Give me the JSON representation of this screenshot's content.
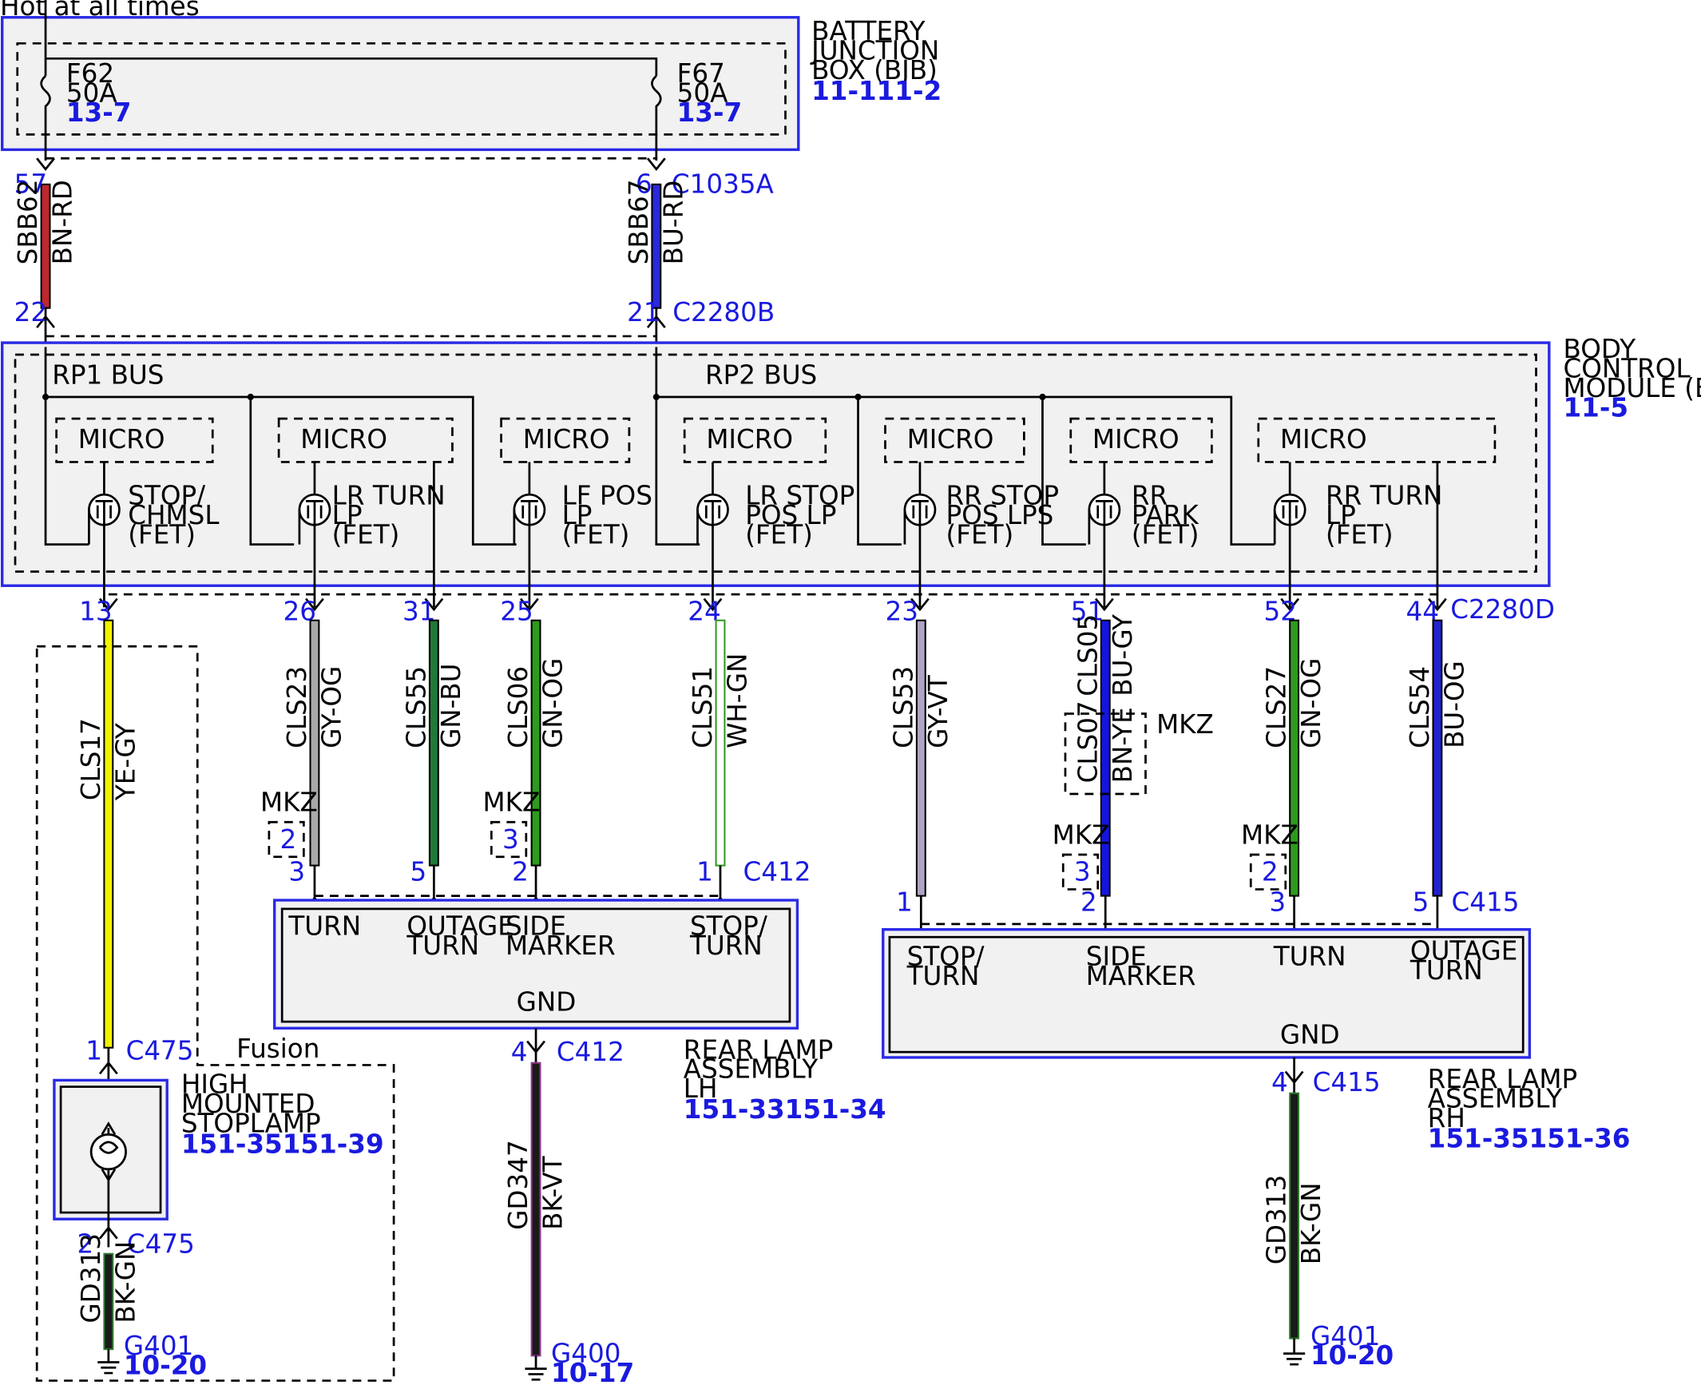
{
  "header": {
    "hot_label": "Hot at all times"
  },
  "bjb": {
    "title": [
      "BATTERY",
      "JUNCTION",
      "BOX (BJB)"
    ],
    "refs": [
      "11-1",
      "11-2"
    ],
    "fuses": [
      {
        "id": "F62",
        "rating": "50A",
        "ref": "13-7"
      },
      {
        "id": "F67",
        "rating": "50A",
        "ref": "13-7"
      }
    ]
  },
  "feed_wires": [
    {
      "circuit": "SBB62",
      "color": "BN-RD",
      "pin_top": "57",
      "pin_bottom": "22",
      "connector_top": "",
      "connector_bottom": ""
    },
    {
      "circuit": "SBB67",
      "color": "BU-RD",
      "pin_top": "6",
      "pin_bottom": "21",
      "connector_top": "C1035A",
      "connector_bottom": "C2280B"
    }
  ],
  "bcm": {
    "title": [
      "BODY",
      "CONTROL",
      "MODULE (BCM)"
    ],
    "ref": "11-5",
    "buses": [
      "RP1 BUS",
      "RP2 BUS"
    ],
    "micro_label": "MICRO",
    "fets": [
      {
        "label": [
          "STOP/",
          "CHMSL",
          "(FET)"
        ]
      },
      {
        "label": [
          "LR TURN",
          "LP",
          "(FET)"
        ]
      },
      {
        "label": [
          "LF POS",
          "LP",
          "(FET)"
        ]
      },
      {
        "label": [
          "LR STOP",
          "POS LP",
          "(FET)"
        ]
      },
      {
        "label": [
          "RR STOP",
          "POS LPS",
          "(FET)"
        ]
      },
      {
        "label": [
          "RR",
          "PARK",
          "(FET)"
        ]
      },
      {
        "label": [
          "RR TURN",
          "LP",
          "(FET)"
        ]
      }
    ],
    "output_connector": "C2280D"
  },
  "output_wires": [
    {
      "circuit": "CLS17",
      "color": "YE-GY",
      "pin_top": "13",
      "pin_bottom": "1",
      "connector_bottom": "C475"
    },
    {
      "circuit": "CLS23",
      "color": "GY-OG",
      "pin_top": "26",
      "pin_bottom": "3",
      "connector_bottom": "",
      "mkz": "MKZ",
      "mkz_pin": "2"
    },
    {
      "circuit": "CLS55",
      "color": "GN-BU",
      "pin_top": "31",
      "pin_bottom": "5",
      "connector_bottom": ""
    },
    {
      "circuit": "CLS06",
      "color": "GN-OG",
      "pin_top": "25",
      "pin_bottom": "2",
      "connector_bottom": "",
      "mkz": "MKZ",
      "mkz_pin": "3"
    },
    {
      "circuit": "CLS51",
      "color": "WH-GN",
      "pin_top": "24",
      "pin_bottom": "1",
      "connector_bottom": "C412"
    },
    {
      "circuit": "CLS53",
      "color": "GY-VT",
      "pin_top": "23",
      "pin_bottom": "1",
      "connector_bottom": ""
    },
    {
      "circuit": "CLS05",
      "color": "BU-GY",
      "pin_top": "51",
      "pin_bottom": "2",
      "connector_bottom": "",
      "mkz": "MKZ",
      "mkz_pin": "3",
      "alt_circuit": "CLS07",
      "alt_color": "BN-YE",
      "alt_mkz": "MKZ"
    },
    {
      "circuit": "CLS27",
      "color": "GN-OG",
      "pin_top": "52",
      "pin_bottom": "3",
      "connector_bottom": "",
      "mkz": "MKZ",
      "mkz_pin": "2"
    },
    {
      "circuit": "CLS54",
      "color": "BU-OG",
      "pin_top": "44",
      "pin_bottom": "5",
      "connector_bottom": "C415"
    }
  ],
  "rear_lamp_lh": {
    "title": [
      "REAR LAMP",
      "ASSEMBLY",
      "LH"
    ],
    "ref": "151-33151-34",
    "terminals": [
      [
        "TURN"
      ],
      [
        "OUTAGE",
        "TURN"
      ],
      [
        "SIDE",
        "MARKER"
      ],
      [
        "STOP/",
        "TURN"
      ]
    ],
    "gnd": "GND",
    "ground_wire": {
      "circuit": "GD347",
      "color": "BK-VT",
      "pin": "4",
      "connector": "C412",
      "ground": "G400",
      "ground_ref": "10-17"
    }
  },
  "rear_lamp_rh": {
    "title": [
      "REAR LAMP",
      "ASSEMBLY",
      "RH"
    ],
    "ref": "151-35151-36",
    "terminals": [
      [
        "STOP/",
        "TURN"
      ],
      [
        "SIDE",
        "MARKER"
      ],
      [
        "TURN"
      ],
      [
        "OUTAGE",
        "TURN"
      ]
    ],
    "gnd": "GND",
    "ground_wire": {
      "circuit": "GD313",
      "color": "BK-GN",
      "pin": "4",
      "connector": "C415",
      "ground": "G401",
      "ground_ref": "10-20"
    }
  },
  "hmsl": {
    "title": [
      "HIGH",
      "MOUNTED",
      "STOPLAMP"
    ],
    "ref": "151-35151-39",
    "variant": "Fusion",
    "ground_wire": {
      "circuit": "GD313",
      "color": "BK-GN",
      "pin": "2",
      "connector": "C475",
      "ground": "G401",
      "ground_ref": "10-20"
    }
  },
  "colors": {
    "accent_blue": "#1a1adf",
    "box_fill": "#f1f1f1",
    "wire_BN_RD": "#c0272d",
    "wire_BU_RD": "#2a2ad8",
    "wire_YE_GY": "#f2f200",
    "wire_GY_OG": "#a9a9a9",
    "wire_GN_BU": "#1f7a3a",
    "wire_GN_OG": "#2e9a1e",
    "wire_WH_GN": "#ffffff",
    "wire_GY_VT": "#b0a4c4",
    "wire_BU_GY": "#1414e0",
    "wire_BU_OG": "#2222d0",
    "wire_BK_VT": "#1a1a1a",
    "wire_BK_GN": "#1a1a1a"
  }
}
